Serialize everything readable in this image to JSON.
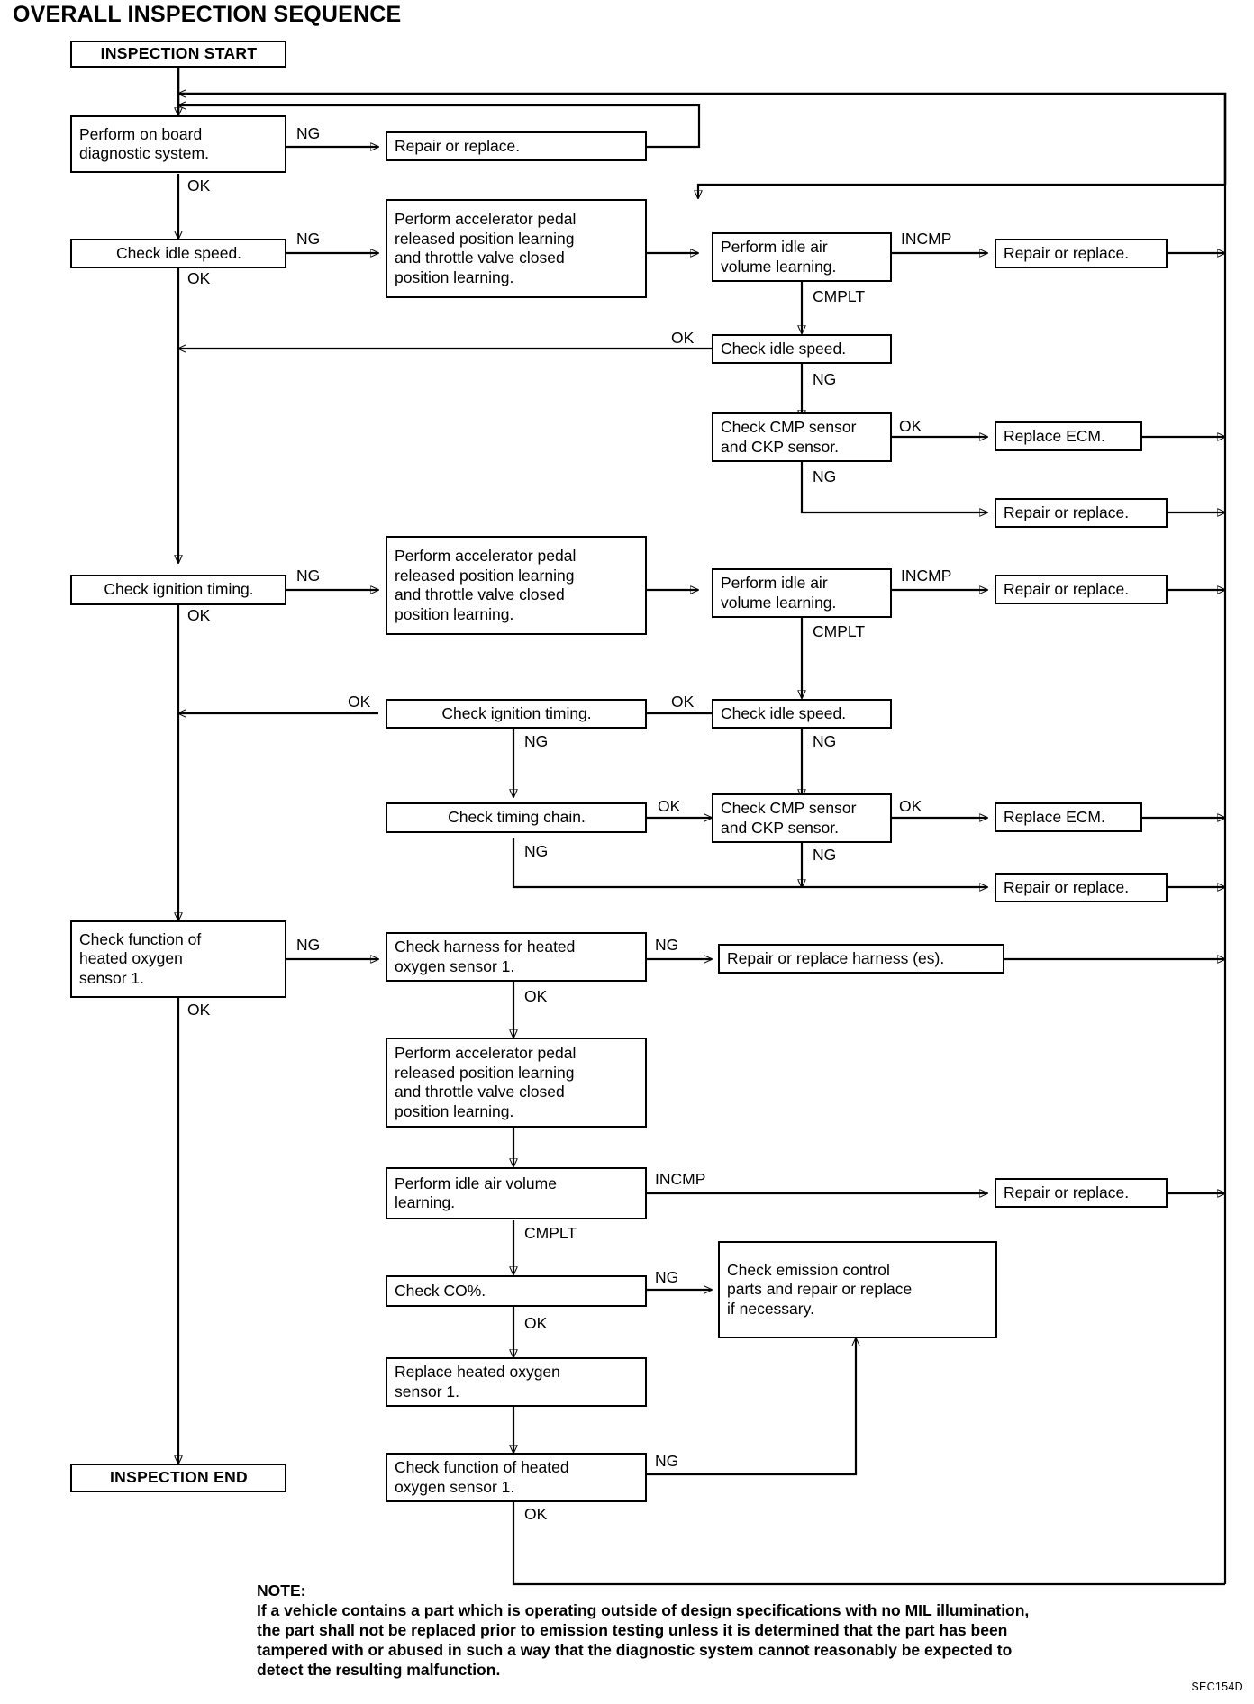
{
  "title": "OVERALL INSPECTION SEQUENCE",
  "sec_code": "SEC154D",
  "note": {
    "heading": "NOTE:",
    "text": "If a vehicle contains a part which is operating outside of design specifications with no MIL illumination,\nthe part shall not be replaced prior to emission testing unless it is determined that the part has been\ntampered with or abused in such a way that the diagnostic system cannot reasonably be expected to\ndetect the resulting malfunction."
  },
  "nodes": {
    "start": "INSPECTION START",
    "end": "INSPECTION END",
    "obd": "Perform on board\ndiagnostic system.",
    "repair_replace_1": "Repair or replace.",
    "check_idle_1": "Check idle speed.",
    "apl_learn_1": "Perform accelerator pedal\nreleased position learning\nand throttle valve closed\nposition learning.",
    "idle_air_1": "Perform idle air\nvolume learning.",
    "repair_replace_2": "Repair or replace.",
    "check_idle_2": "Check idle speed.",
    "cmp_ckp_1": "Check CMP sensor\nand CKP sensor.",
    "replace_ecm_1": "Replace ECM.",
    "repair_replace_3": "Repair or replace.",
    "check_ign_1": "Check ignition timing.",
    "apl_learn_2": "Perform accelerator pedal\nreleased position learning\nand throttle valve closed\nposition learning.",
    "idle_air_2": "Perform idle air\nvolume learning.",
    "repair_replace_4": "Repair or replace.",
    "check_ign_2": "Check ignition timing.",
    "check_idle_3": "Check idle speed.",
    "timing_chain": "Check timing chain.",
    "cmp_ckp_2": "Check CMP sensor\nand CKP sensor.",
    "replace_ecm_2": "Replace ECM.",
    "repair_replace_5": "Repair or replace.",
    "ho2s_func_1": "Check function of\nheated oxygen\nsensor 1.",
    "ho2s_harness": "Check harness for heated\noxygen sensor 1.",
    "repair_harness": "Repair or replace harness (es).",
    "apl_learn_3": "Perform accelerator pedal\nreleased position learning\nand throttle valve closed\nposition learning.",
    "idle_air_3": "Perform idle air volume\nlearning.",
    "repair_replace_6": "Repair or replace.",
    "check_co": "Check CO%.",
    "emission_ctrl": "Check emission control\nparts and repair or replace\nif necessary.",
    "replace_ho2s": "Replace heated oxygen\nsensor 1.",
    "ho2s_func_2": "Check function of heated\noxygen sensor 1."
  },
  "edge_labels": {
    "ng_obd": "NG",
    "ok_obd": "OK",
    "ng_idle1": "NG",
    "ok_idle1": "OK",
    "incmp_air1": "INCMP",
    "cmplt_air1": "CMPLT",
    "ok_idle2": "OK",
    "ng_idle2": "NG",
    "ok_cmp1": "OK",
    "ng_cmp1": "NG",
    "ng_ign1": "NG",
    "ok_ign1": "OK",
    "incmp_air2": "INCMP",
    "cmplt_air2": "CMPLT",
    "ok_ign2": "OK",
    "ok_idle3": "OK",
    "ng_ign2": "NG",
    "ng_idle3": "NG",
    "ok_chain": "OK",
    "ng_chain": "NG",
    "ok_cmp2": "OK",
    "ng_cmp2": "NG",
    "ng_ho2s1": "NG",
    "ok_ho2s1": "OK",
    "ng_harness": "NG",
    "ok_harness": "OK",
    "incmp_air3": "INCMP",
    "cmplt_air3": "CMPLT",
    "ng_co": "NG",
    "ok_co": "OK",
    "ng_ho2s2": "NG",
    "ok_ho2s2": "OK"
  },
  "colors": {
    "ink": "#000000",
    "paper": "#ffffff"
  }
}
